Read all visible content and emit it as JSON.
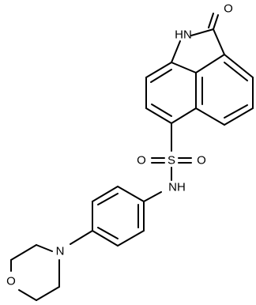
{
  "labels": {
    "o_carbonyl": "O",
    "nh_ring": "HN",
    "s": "S",
    "o_left": "O",
    "o_right": "O",
    "nh_amide": "NH",
    "n_morph": "N",
    "o_morph": "O"
  },
  "colors": {
    "bond": "#000000",
    "text": "#000000",
    "background": "#ffffff"
  }
}
